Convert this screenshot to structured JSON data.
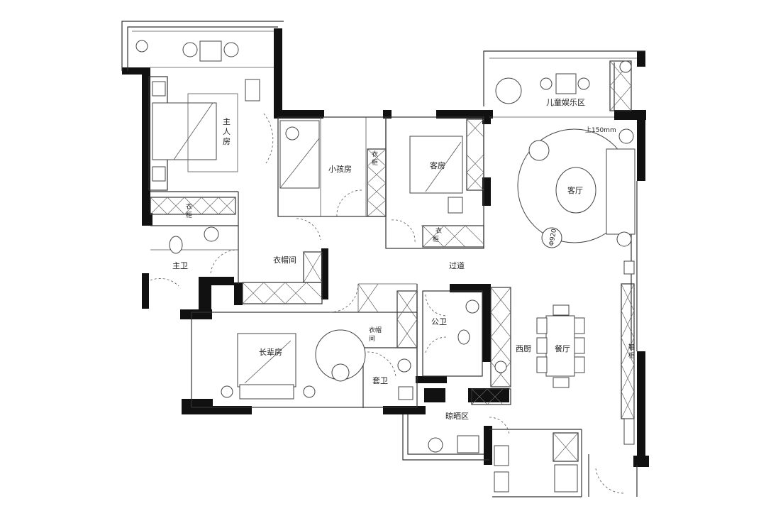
{
  "rooms": {
    "master_bedroom": "主人房",
    "kids_room": "小孩房",
    "guest_room": "客房",
    "kids_play_area": "儿童娱乐区",
    "living_room": "客厅",
    "master_bath": "主卫",
    "cloakroom": "衣帽间",
    "corridor": "过道",
    "elder_room": "长辈房",
    "elder_cloakroom_a": "衣帽",
    "elder_cloakroom_b": "间",
    "public_bath": "公卫",
    "west_kitchen": "西厨",
    "dining_room": "餐厅",
    "ensuite_bath": "套卫",
    "drying_area": "晾晒区"
  },
  "annotations": {
    "wardrobe_a": "衣",
    "wardrobe_b": "柜",
    "height_note": "上150mm",
    "shoe_a": "鞋",
    "shoe_b": "柜",
    "diameter": "Φ920"
  },
  "colors": {
    "wall": "#111111",
    "line": "#333333",
    "background": "#ffffff"
  }
}
